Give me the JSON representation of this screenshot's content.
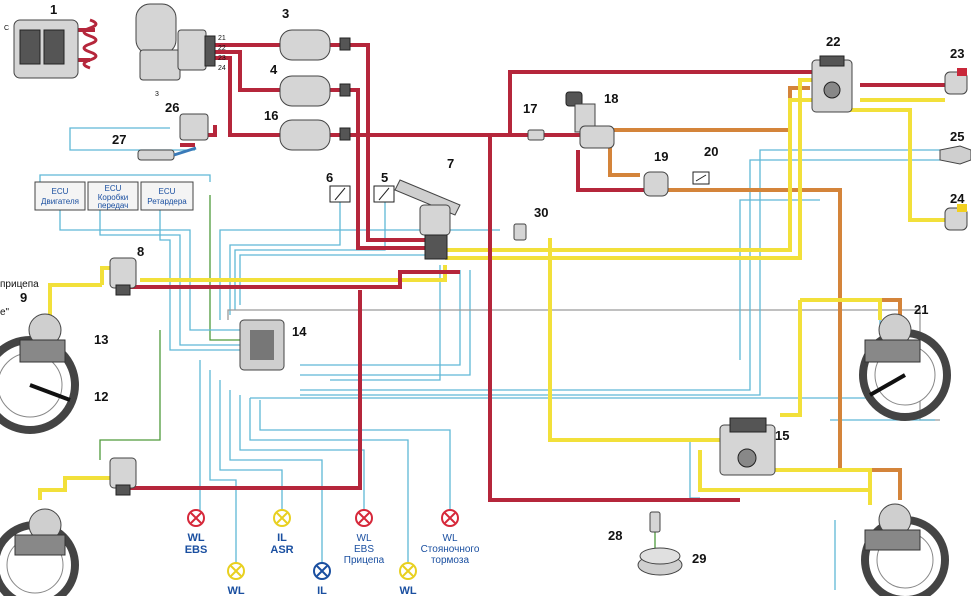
{
  "component_numbers": [
    "1",
    "3",
    "4",
    "16",
    "26",
    "27",
    "6",
    "5",
    "7",
    "17",
    "18",
    "19",
    "20",
    "22",
    "23",
    "25",
    "24",
    "30",
    "8",
    "14",
    "21",
    "15",
    "28",
    "29",
    "9",
    "13",
    "12"
  ],
  "ecu_boxes": [
    {
      "line1": "ECU",
      "line2": "Двигателя",
      "line3": ""
    },
    {
      "line1": "ECU",
      "line2": "Коробки",
      "line3": "передач"
    },
    {
      "line1": "ECU",
      "line2": "Ретардера",
      "line3": ""
    }
  ],
  "port_labels": {
    "c1": "C",
    "c2": "1",
    "c3": "21",
    "c4": "22",
    "c5": "23",
    "c6": "24",
    "c7": "3"
  },
  "lamps": [
    {
      "id": "wl-ebs",
      "color": "#d6283a",
      "line1": "WL",
      "line2": "EBS",
      "line3": ""
    },
    {
      "id": "wl-1",
      "color": "#f0e030",
      "line1": "WL",
      "line2": "",
      "line3": ""
    },
    {
      "id": "il-asr",
      "color": "#f0e030",
      "line1": "IL",
      "line2": "ASR",
      "line3": ""
    },
    {
      "id": "il-1",
      "color": "#1a4fa0",
      "line1": "IL",
      "line2": "",
      "line3": ""
    },
    {
      "id": "wl-ebs-trailer",
      "color": "#d6283a",
      "line1": "WL",
      "line2": "EBS",
      "line3": "Прицепа"
    },
    {
      "id": "wl-2",
      "color": "#f0e030",
      "line1": "WL",
      "line2": "",
      "line3": ""
    },
    {
      "id": "wl-park",
      "color": "#d6283a",
      "line1": "WL",
      "line2": "Стояночного",
      "line3": "тормоза"
    }
  ],
  "edge_fragments": {
    "trailer_fragment": "прицепа",
    "quote_fragment": "е\""
  },
  "colors": {
    "supply": "#b5263b",
    "control": "#f2e03a",
    "park": "#d4843a",
    "signal": "#5fb8d6"
  }
}
